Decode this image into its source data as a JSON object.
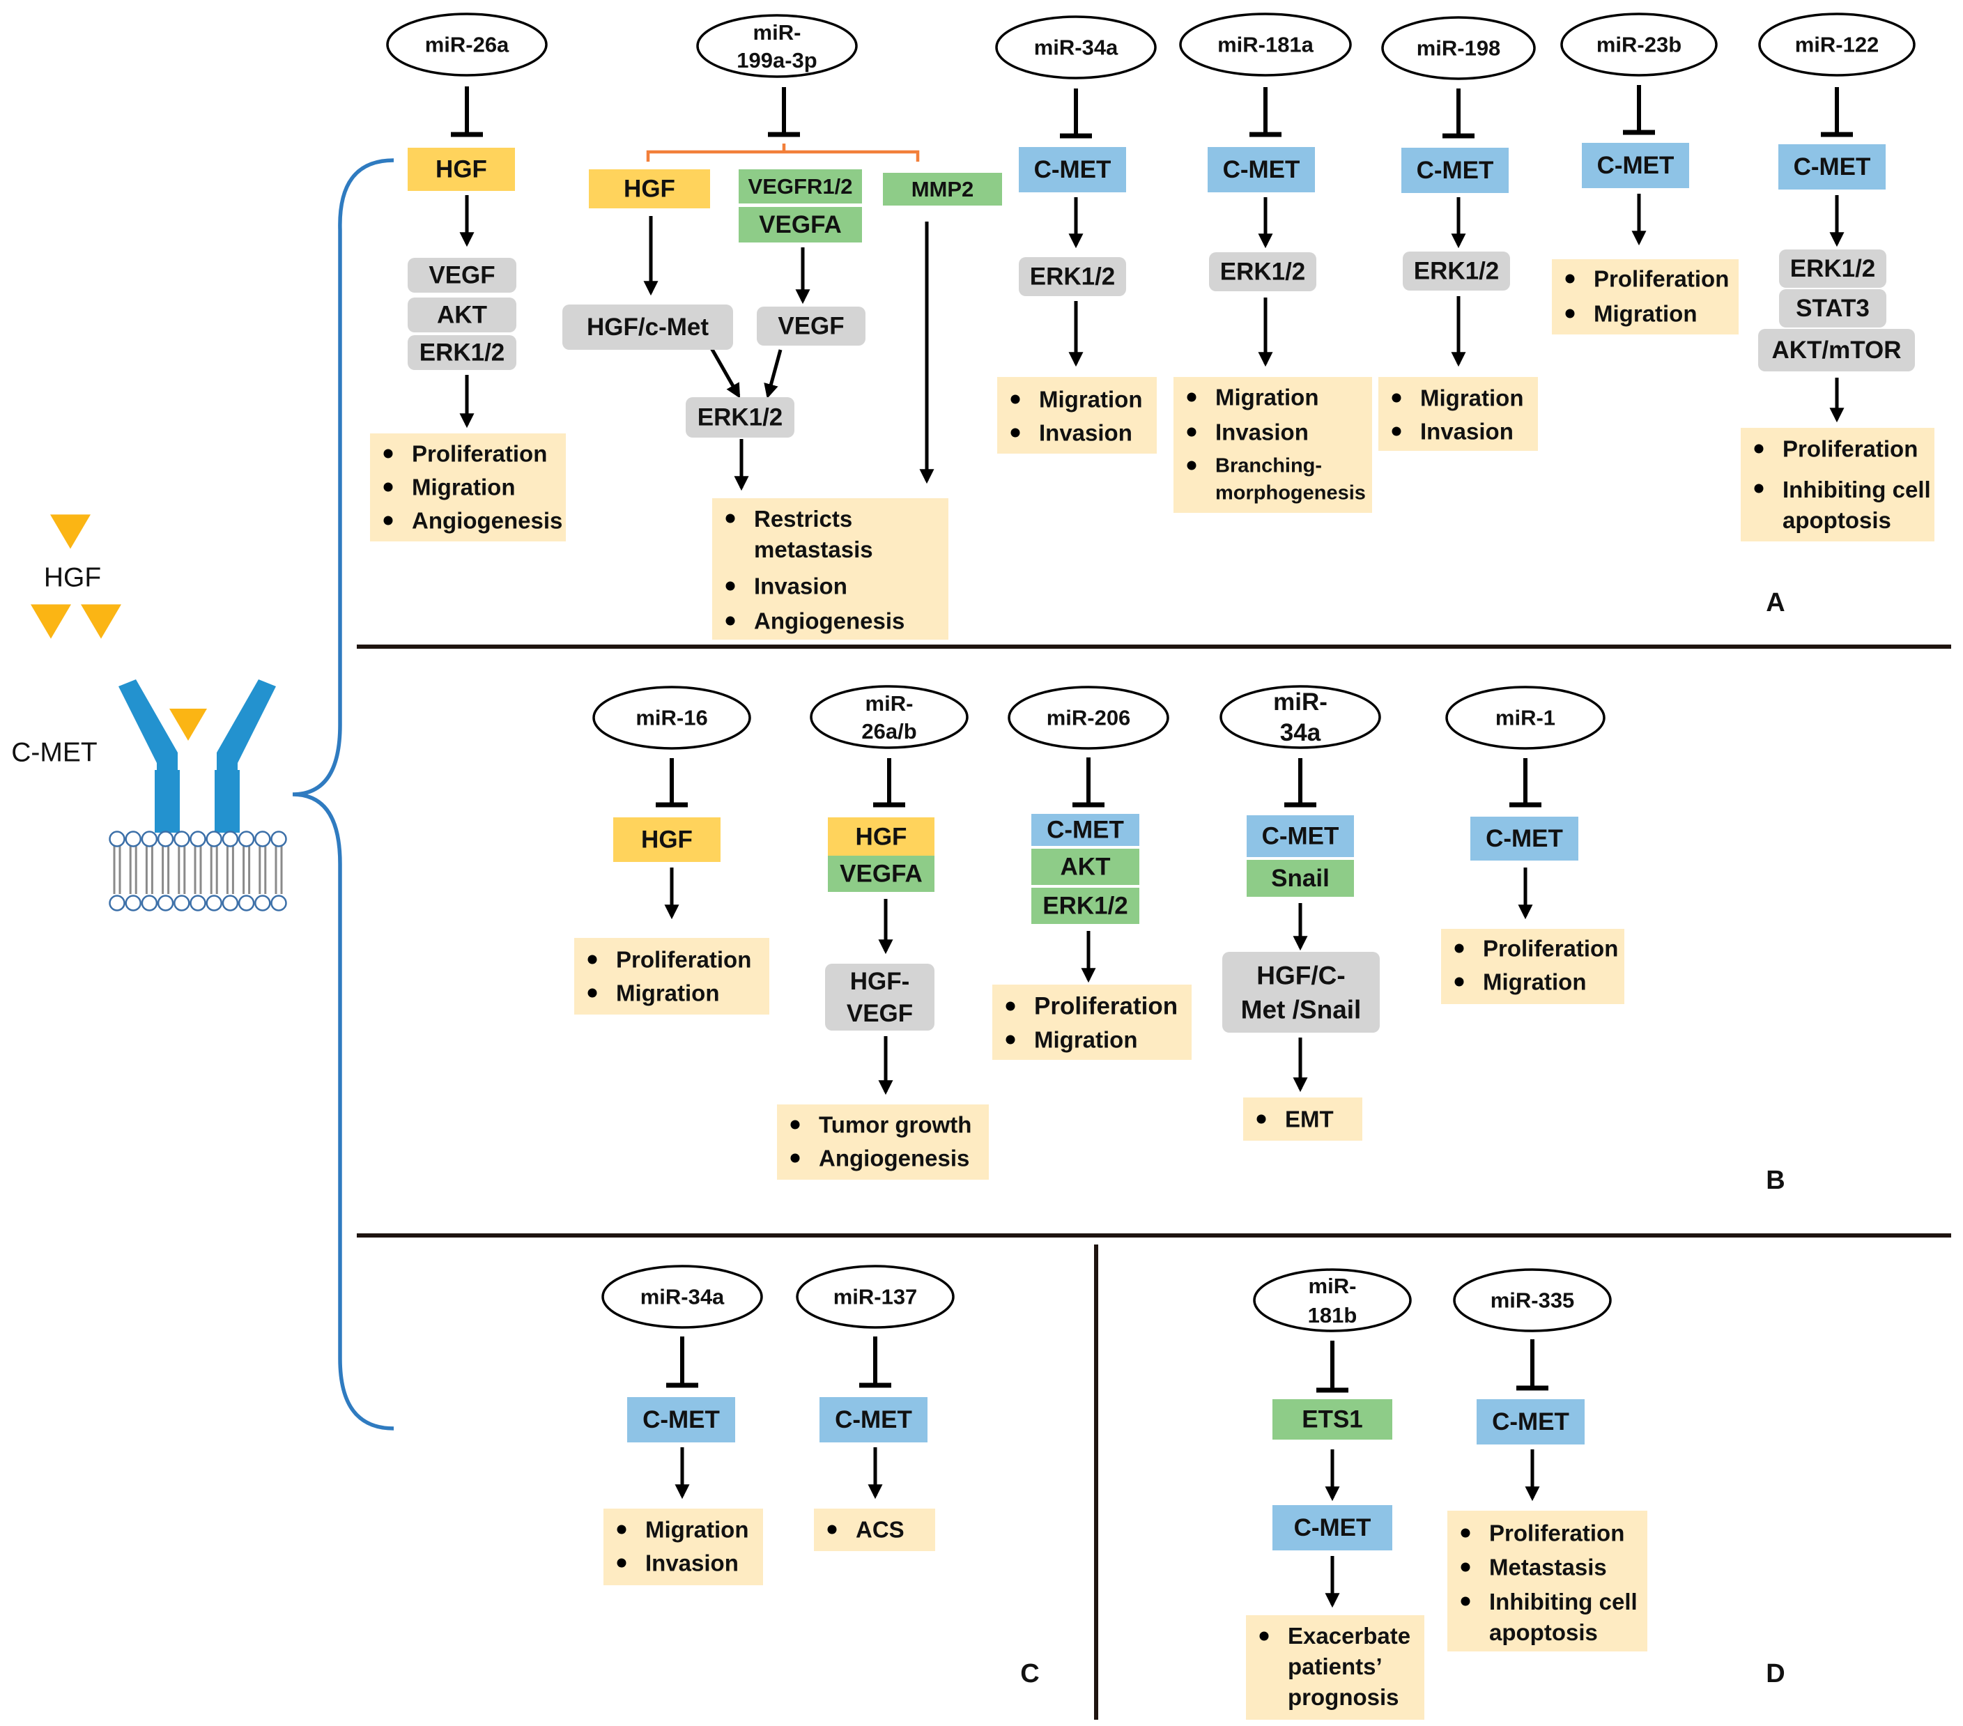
{
  "colors": {
    "hgf": "#FFD35C",
    "cmet": "#8EC3E6",
    "green": "#8ECC88",
    "gray": "#D4D4D4",
    "outcome": "#FEEBC2",
    "arrow": "#000000",
    "divider": "#1e1410",
    "bracket": "#2F7BC0",
    "receptor": "#2392CF",
    "ligand": "#FBB514",
    "split": "#F27F3A"
  },
  "receptor_figure": {
    "ligand_label": "HGF",
    "receptor_label": "C-MET",
    "icons": [
      "hgf-ligand-icon",
      "c-met-receptor-icon",
      "cell-membrane-icon"
    ]
  },
  "panel_labels": [
    "A",
    "B",
    "C",
    "D"
  ],
  "pathways": {
    "a1": {
      "mirna": "miR-26a",
      "targets": [
        "HGF"
      ],
      "mediators": [
        "VEGF",
        "AKT",
        "ERK1/2"
      ],
      "outcomes": [
        "Proliferation",
        "Migration",
        "Angiogenesis"
      ]
    },
    "a2": {
      "mirna": "miR-199a-3p",
      "targets": [
        "HGF",
        "VEGFR1/2",
        "VEGFA",
        "MMP2"
      ],
      "mediators": [
        "HGF/c-Met",
        "VEGF",
        "ERK1/2"
      ],
      "outcomes": [
        "Restricts metastasis",
        "Invasion",
        "Angiogenesis"
      ]
    },
    "a3": {
      "mirna": "miR-34a",
      "targets": [
        "C-MET"
      ],
      "mediators": [
        "ERK1/2"
      ],
      "outcomes": [
        "Migration",
        "Invasion"
      ]
    },
    "a4": {
      "mirna": "miR-181a",
      "targets": [
        "C-MET"
      ],
      "mediators": [
        "ERK1/2"
      ],
      "outcomes": [
        "Migration",
        "Invasion",
        "Branching-morphogenesis"
      ]
    },
    "a5": {
      "mirna": "miR-198",
      "targets": [
        "C-MET"
      ],
      "mediators": [
        "ERK1/2"
      ],
      "outcomes": [
        "Migration",
        "Invasion"
      ]
    },
    "a6": {
      "mirna": "miR-23b",
      "targets": [
        "C-MET"
      ],
      "mediators": [],
      "outcomes": [
        "Proliferation",
        "Migration"
      ]
    },
    "a7": {
      "mirna": "miR-122",
      "targets": [
        "C-MET"
      ],
      "mediators": [
        "ERK1/2",
        "STAT3",
        "AKT/mTOR"
      ],
      "outcomes": [
        "Proliferation",
        "Inhibiting cell apoptosis"
      ]
    },
    "b1": {
      "mirna": "miR-16",
      "targets": [
        "HGF"
      ],
      "mediators": [],
      "outcomes": [
        "Proliferation",
        "Migration"
      ]
    },
    "b2": {
      "mirna": "miR-26a/b",
      "targets": [
        "HGF",
        "VEGFA"
      ],
      "mediators": [
        "HGF-VEGF"
      ],
      "outcomes": [
        "Tumor growth",
        "Angiogenesis"
      ]
    },
    "b3": {
      "mirna": "miR-206",
      "targets": [
        "C-MET",
        "AKT",
        "ERK1/2"
      ],
      "mediators": [],
      "outcomes": [
        "Proliferation",
        "Migration"
      ]
    },
    "b4": {
      "mirna": "miR-34a",
      "targets": [
        "C-MET",
        "Snail"
      ],
      "mediators": [
        "HGF/C-Met /Snail"
      ],
      "outcomes": [
        "EMT"
      ]
    },
    "b5": {
      "mirna": "miR-1",
      "targets": [
        "C-MET"
      ],
      "mediators": [],
      "outcomes": [
        "Proliferation",
        "Migration"
      ]
    },
    "c1": {
      "mirna": "miR-34a",
      "targets": [
        "C-MET"
      ],
      "mediators": [],
      "outcomes": [
        "Migration",
        "Invasion"
      ]
    },
    "c2": {
      "mirna": "miR-137",
      "targets": [
        "C-MET"
      ],
      "mediators": [],
      "outcomes": [
        "ACS"
      ]
    },
    "d1": {
      "mirna": "miR-181b",
      "targets": [
        "ETS1",
        "C-MET"
      ],
      "mediators": [],
      "outcomes": [
        "Exacerbate patients’ prognosis"
      ]
    },
    "d2": {
      "mirna": "miR-335",
      "targets": [
        "C-MET"
      ],
      "mediators": [],
      "outcomes": [
        "Proliferation",
        "Metastasis",
        "Inhibiting cell apoptosis"
      ]
    }
  }
}
